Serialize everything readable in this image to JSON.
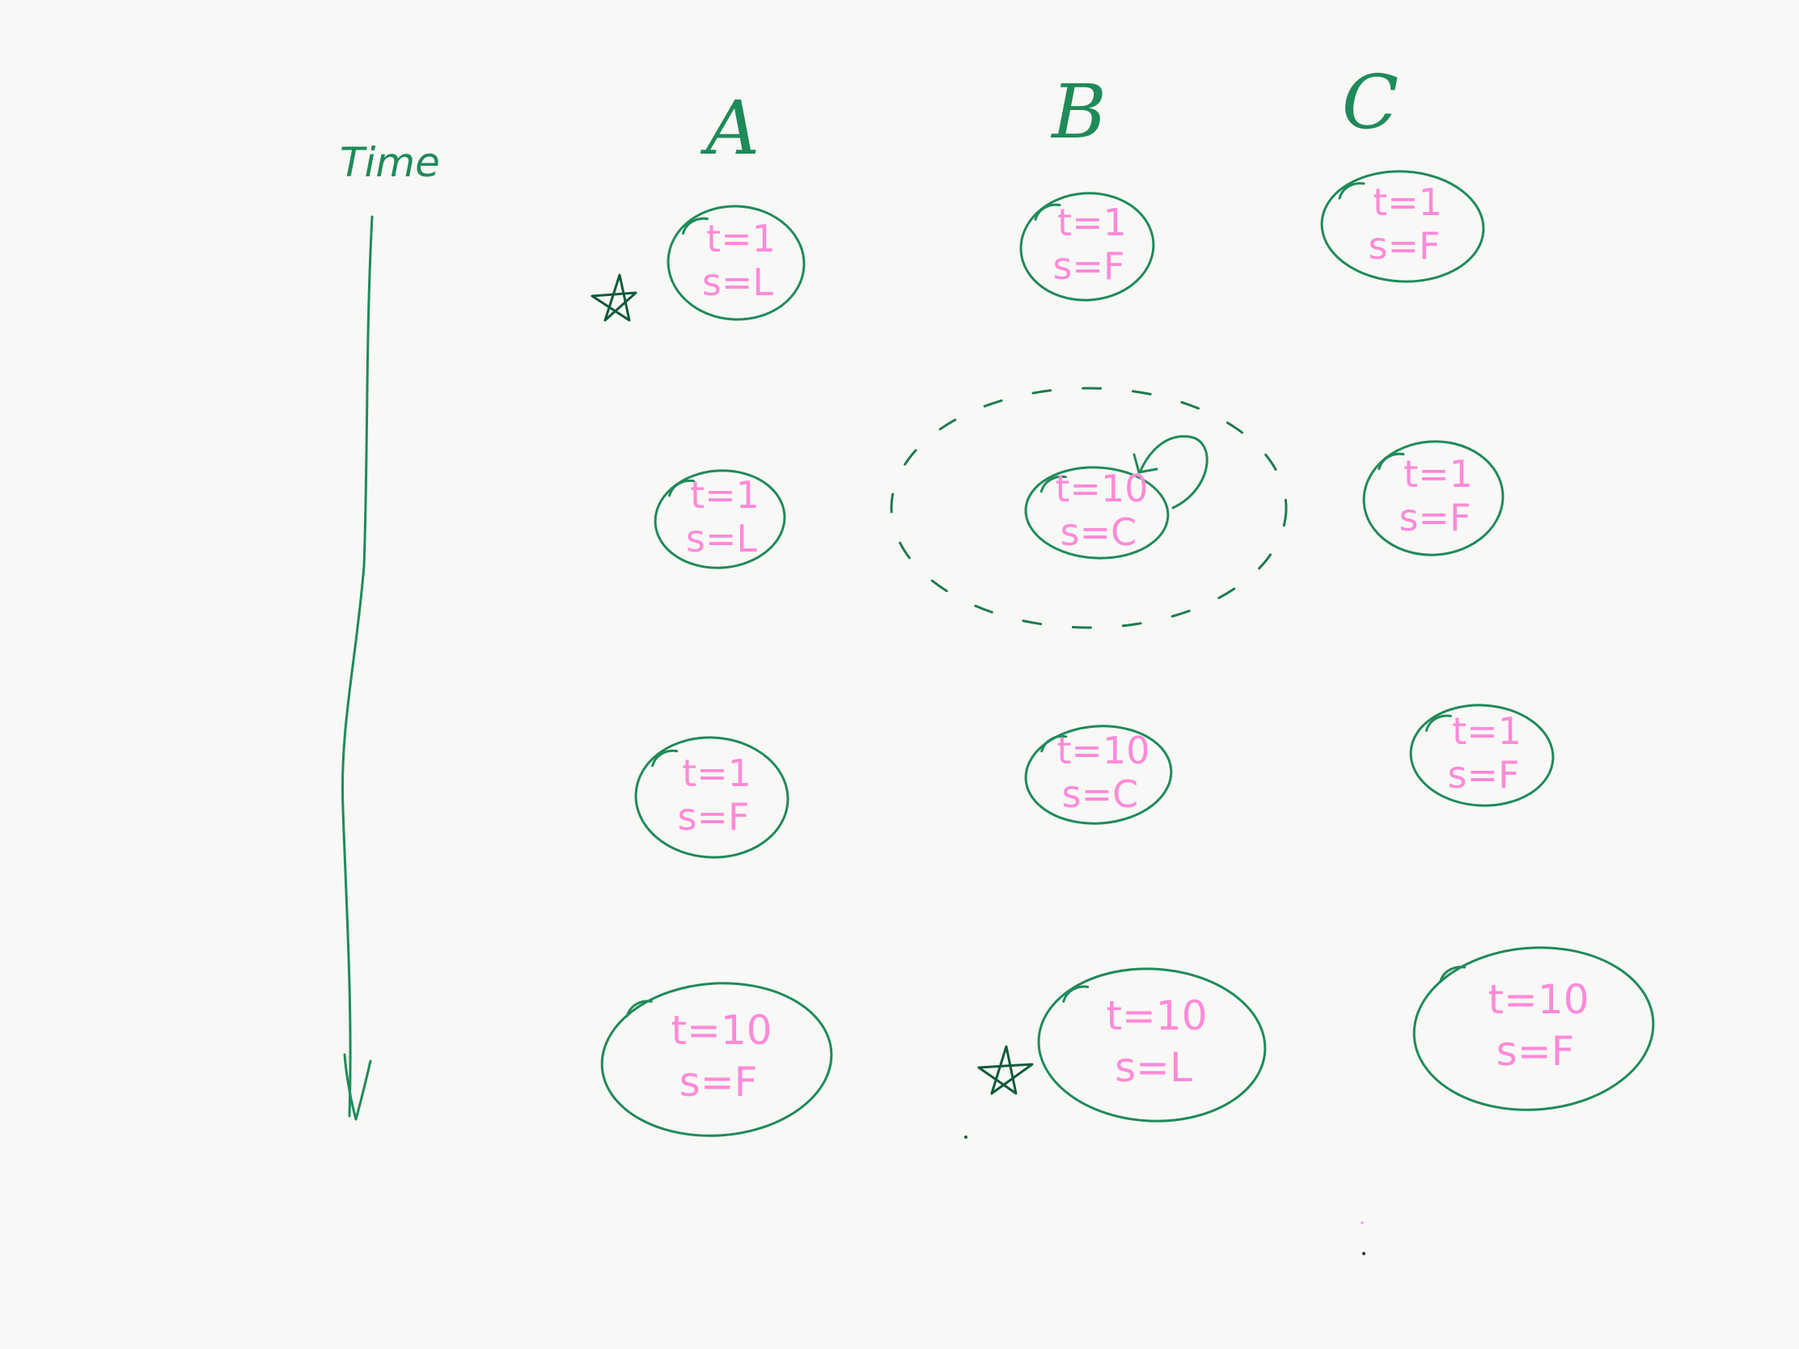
{
  "time_label": "Time",
  "columns": [
    "A",
    "B",
    "C"
  ],
  "rows": [
    [
      {
        "t": "t=1",
        "s": "s=L",
        "starred": true
      },
      {
        "t": "t=1",
        "s": "s=F"
      },
      {
        "t": "t=1",
        "s": "s=F"
      }
    ],
    [
      {
        "t": "t=1",
        "s": "s=L"
      },
      {
        "t": "t=10",
        "s": "s=C",
        "highlighted": true
      },
      {
        "t": "t=1",
        "s": "s=F"
      }
    ],
    [
      {
        "t": "t=1",
        "s": "s=F"
      },
      {
        "t": "t=10",
        "s": "s=C"
      },
      {
        "t": "t=1",
        "s": "s=F"
      }
    ],
    [
      {
        "t": "t=10",
        "s": "s=F"
      },
      {
        "t": "t=10",
        "s": "s=L",
        "starred": true
      },
      {
        "t": "t=10",
        "s": "s=F"
      }
    ]
  ],
  "colors": {
    "ink_green": "#1f8a5a",
    "text_pink": "#ff8ad8",
    "paper": "#f8f8f6"
  }
}
